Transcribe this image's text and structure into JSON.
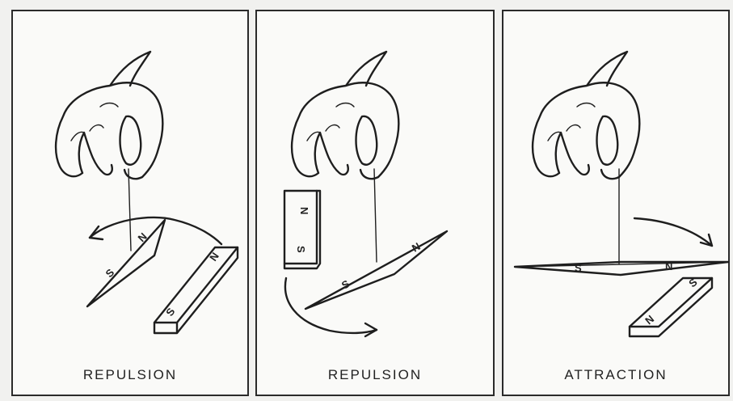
{
  "panels": [
    {
      "caption": "REPULSION",
      "needle_end_label": "N",
      "needle_other_label": "S",
      "magnet_near_label": "N",
      "magnet_far_label": "S"
    },
    {
      "caption": "REPULSION",
      "needle_end_label": "N",
      "needle_other_label": "S",
      "magnet_near_label": "S",
      "magnet_far_label": "N"
    },
    {
      "caption": "ATTRACTION",
      "needle_end_label": "N",
      "needle_other_label": "S",
      "magnet_near_label": "S",
      "magnet_far_label": "N"
    }
  ],
  "icons": [
    "hand-icon",
    "magnet-icon",
    "needle-icon",
    "arrow-icon"
  ]
}
